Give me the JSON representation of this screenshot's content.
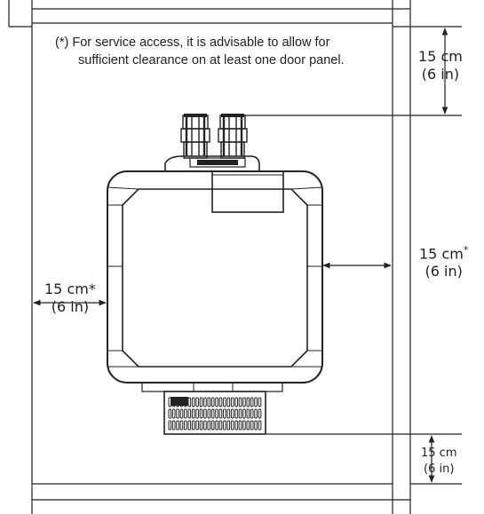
{
  "note": {
    "marker": "(*)",
    "line1": "For service access, it is advisable to allow for",
    "line2": "sufficient clearance on at least one door panel."
  },
  "dimensions": {
    "top": {
      "metric": "15 cm",
      "imperial": "(6 in)"
    },
    "right": {
      "metric": "15 cm",
      "asterisk": "*",
      "imperial": "(6 in)"
    },
    "left": {
      "metric": "15 cm*",
      "imperial": "(6 in)"
    },
    "bottom": {
      "metric": "15 cm",
      "imperial": "(6 in)"
    }
  },
  "colors": {
    "line": "#222222",
    "background": "#ffffff"
  }
}
